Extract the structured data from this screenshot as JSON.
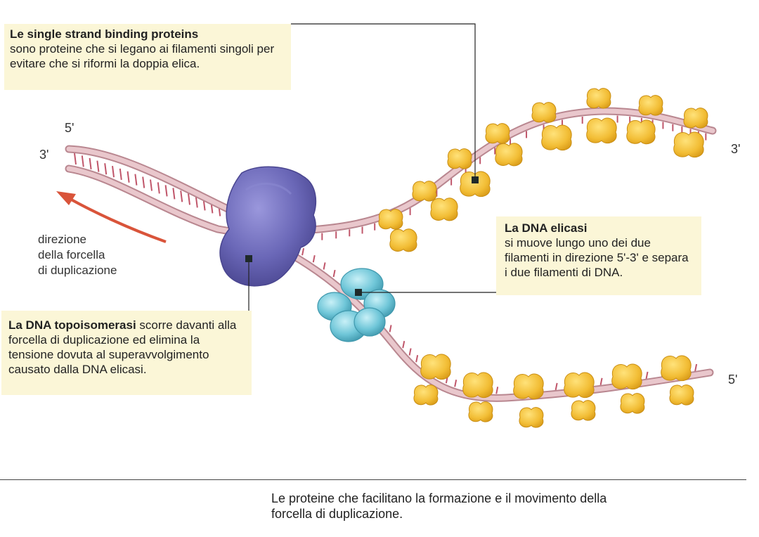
{
  "callouts": {
    "ssb": {
      "title": "Le single strand binding proteins",
      "body": "sono proteine che si legano ai filamenti singoli per evitare che si riformi la doppia elica."
    },
    "helicase": {
      "title": "La DNA elicasi",
      "body": "si muove lungo uno dei due filamenti in direzione 5'-3' e separa i due filamenti di DNA."
    },
    "topoisomerase": {
      "title": "La DNA topoisomerasi",
      "body": "scorre davanti alla forcella di duplicazione ed elimina la tensione dovuta al superavvolgimento causato dalla DNA elicasi."
    }
  },
  "strand_ends": {
    "left_top": "5'",
    "left_bottom": "3'",
    "upper_right": "3'",
    "lower_right": "5'"
  },
  "direction": {
    "line1": "direzione",
    "line2": "della forcella",
    "line3": "di duplicazione"
  },
  "caption": "Le proteine che facilitano la formazione e il movimento della forcella di duplicazione.",
  "colors": {
    "strand": "#e9c7cc",
    "strand_edge": "#b98790",
    "rung": "#c0566a",
    "ssb": "#f2bd35",
    "topoisomerase": "#6a67b7",
    "helicase": "#6fc6d8",
    "arrow": "#d9543a",
    "callout_bg": "#fbf6d7"
  }
}
